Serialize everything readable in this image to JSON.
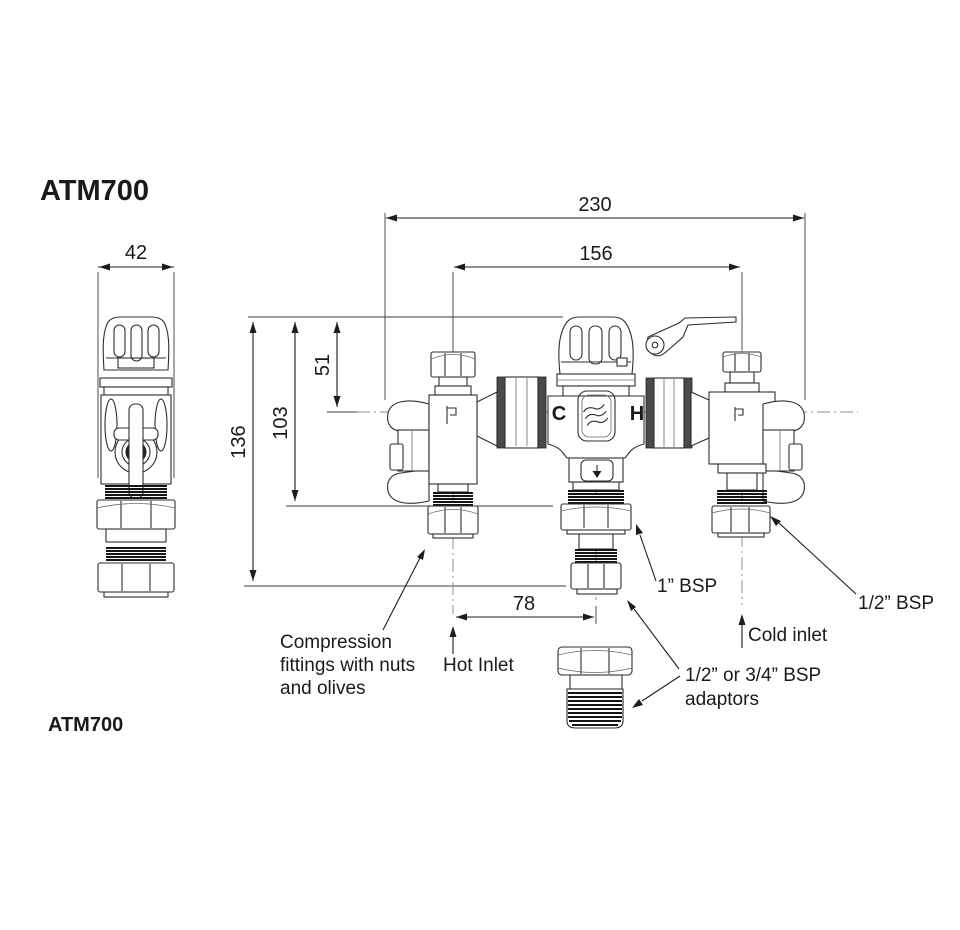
{
  "page": {
    "title": "ATM700",
    "footer": "ATM700"
  },
  "dimensions": {
    "side_width": "42",
    "overall_width": "230",
    "hot_to_cold_centres": "156",
    "top_to_centreline": "51",
    "top_to_inlet": "103",
    "overall_height": "136",
    "hot_to_outlet": "78"
  },
  "valve_markings": {
    "cold_port": "C",
    "hot_port": "H"
  },
  "annotations": {
    "compression_lines": [
      "Compression",
      "fittings with nuts",
      "and olives"
    ],
    "hot_inlet": "Hot Inlet",
    "outlet_thread": "1” BSP",
    "cold_inlet": "Cold inlet",
    "cold_thread": "1/2” BSP",
    "adaptor_lines": [
      "1/2” or 3/4” BSP",
      "adaptors"
    ]
  }
}
